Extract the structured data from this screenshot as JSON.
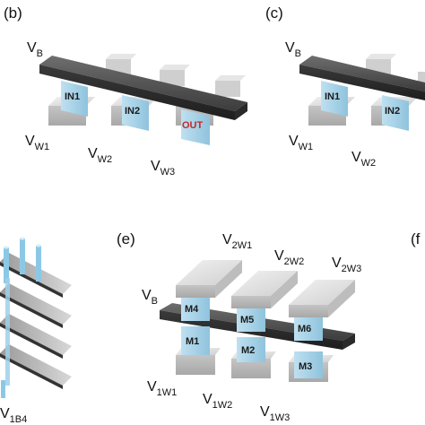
{
  "panels": {
    "b": {
      "label": "(b)",
      "bit_line": "V",
      "bit_line_sub": "B",
      "devices": [
        "IN1",
        "IN2",
        "OUT"
      ],
      "word_lines": [
        {
          "main": "V",
          "sub": "W1"
        },
        {
          "main": "V",
          "sub": "W2"
        },
        {
          "main": "V",
          "sub": "W3"
        }
      ]
    },
    "c": {
      "label": "(c)",
      "bit_line": "V",
      "bit_line_sub": "B",
      "devices": [
        "IN1",
        "IN2"
      ],
      "word_lines": [
        {
          "main": "V",
          "sub": "W1"
        },
        {
          "main": "V",
          "sub": "W2"
        }
      ]
    },
    "d": {
      "bottom_label_main": "V",
      "bottom_label_sub": "1B4"
    },
    "e": {
      "label": "(e)",
      "bit_line": "V",
      "bit_line_sub": "B",
      "top_devices": [
        "M4",
        "M5",
        "M6"
      ],
      "bottom_devices": [
        "M1",
        "M2",
        "M3"
      ],
      "top_lines": [
        {
          "main": "V",
          "sub": "2W1"
        },
        {
          "main": "V",
          "sub": "2W2"
        },
        {
          "main": "V",
          "sub": "2W3"
        }
      ],
      "bottom_lines": [
        {
          "main": "V",
          "sub": "1W1"
        },
        {
          "main": "V",
          "sub": "1W2"
        },
        {
          "main": "V",
          "sub": "1W3"
        }
      ]
    },
    "f": {
      "label": "(f"
    }
  },
  "colors": {
    "bar_dark": "#5a5a5a",
    "bar_light": "#dcdcdc",
    "device": "#a9d3e8",
    "out_text": "#c62828"
  }
}
